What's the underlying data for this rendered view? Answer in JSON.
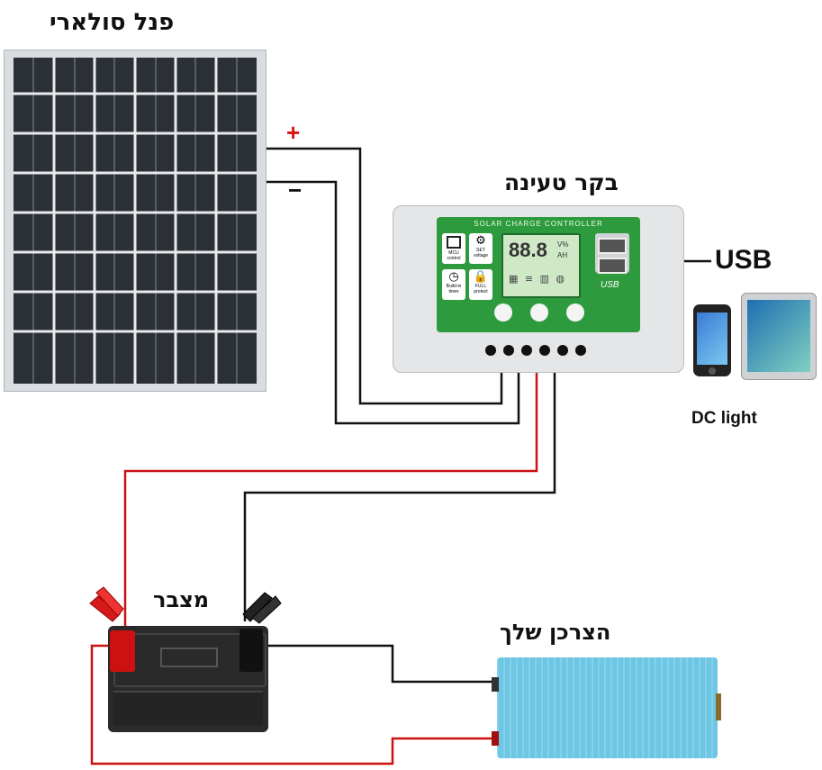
{
  "labels": {
    "solar_panel": "פנל סולארי",
    "charge_controller": "בקר טעינה",
    "battery": "מצבר",
    "your_consumer": "הצרכן שלך",
    "usb": "USB",
    "dc_light": "DC light",
    "plus": "+",
    "minus": "−"
  },
  "controller": {
    "header": "SOLAR CHARGE CONTROLLER",
    "lcd_digits": "88.8",
    "lcd_units_top": "V%",
    "lcd_units_bottom": "AH",
    "usb_logo": "USB",
    "mcu_label": "MCU control",
    "set_label": "SET voltage",
    "build_label": "Build-in timer",
    "full_label": "FULL protect"
  },
  "colors": {
    "wire_black": "#111111",
    "wire_red": "#cc1111",
    "controller_green": "#2e9a3e",
    "inverter_blue": "#6cc6e4",
    "panel_cell": "#2b2f36",
    "battery_body": "#2a2a2a"
  }
}
